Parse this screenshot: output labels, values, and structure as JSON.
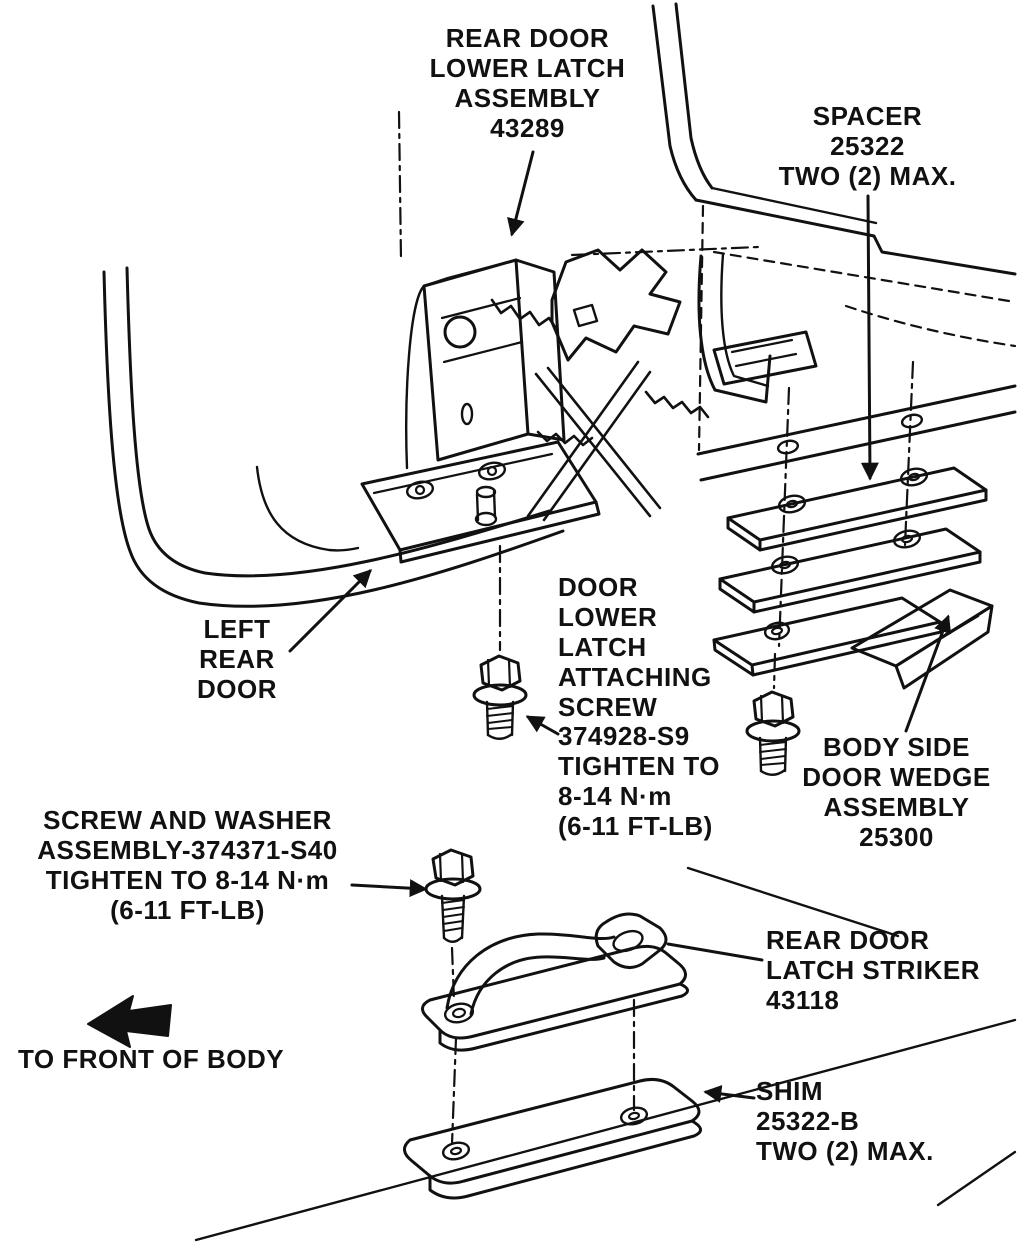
{
  "figure": {
    "kind": "exploded-parts-diagram",
    "subject": "Rear door lower latch, striker, spacer, wedge and shim installation"
  },
  "colors": {
    "ink": "#111111",
    "paper": "#ffffff"
  },
  "labels": {
    "latch_assembly": {
      "text": "REAR DOOR\nLOWER LATCH\nASSEMBLY\n43289",
      "part_number": "43289"
    },
    "spacer": {
      "text": "SPACER\n25322\nTWO (2) MAX.",
      "part_number": "25322"
    },
    "left_rear_door": {
      "text": "LEFT\nREAR\nDOOR"
    },
    "attaching_screw": {
      "text": "DOOR\nLOWER\nLATCH\nATTACHING\nSCREW\n374928-S9\nTIGHTEN TO\n8-14 N·m\n(6-11 FT-LB)",
      "part_number": "374928-S9"
    },
    "wedge_assembly": {
      "text": "BODY SIDE\nDOOR WEDGE\nASSEMBLY\n25300",
      "part_number": "25300"
    },
    "screw_and_washer": {
      "text": "SCREW AND WASHER\nASSEMBLY-374371-S40\nTIGHTEN TO 8-14 N·m\n(6-11 FT-LB)",
      "part_number": "374371-S40"
    },
    "latch_striker": {
      "text": "REAR DOOR\nLATCH STRIKER\n43118",
      "part_number": "43118"
    },
    "to_front_of_body": {
      "text": "TO FRONT OF BODY"
    },
    "shim": {
      "text": "SHIM\n25322-B\nTWO (2) MAX.",
      "part_number": "25322-B"
    }
  }
}
